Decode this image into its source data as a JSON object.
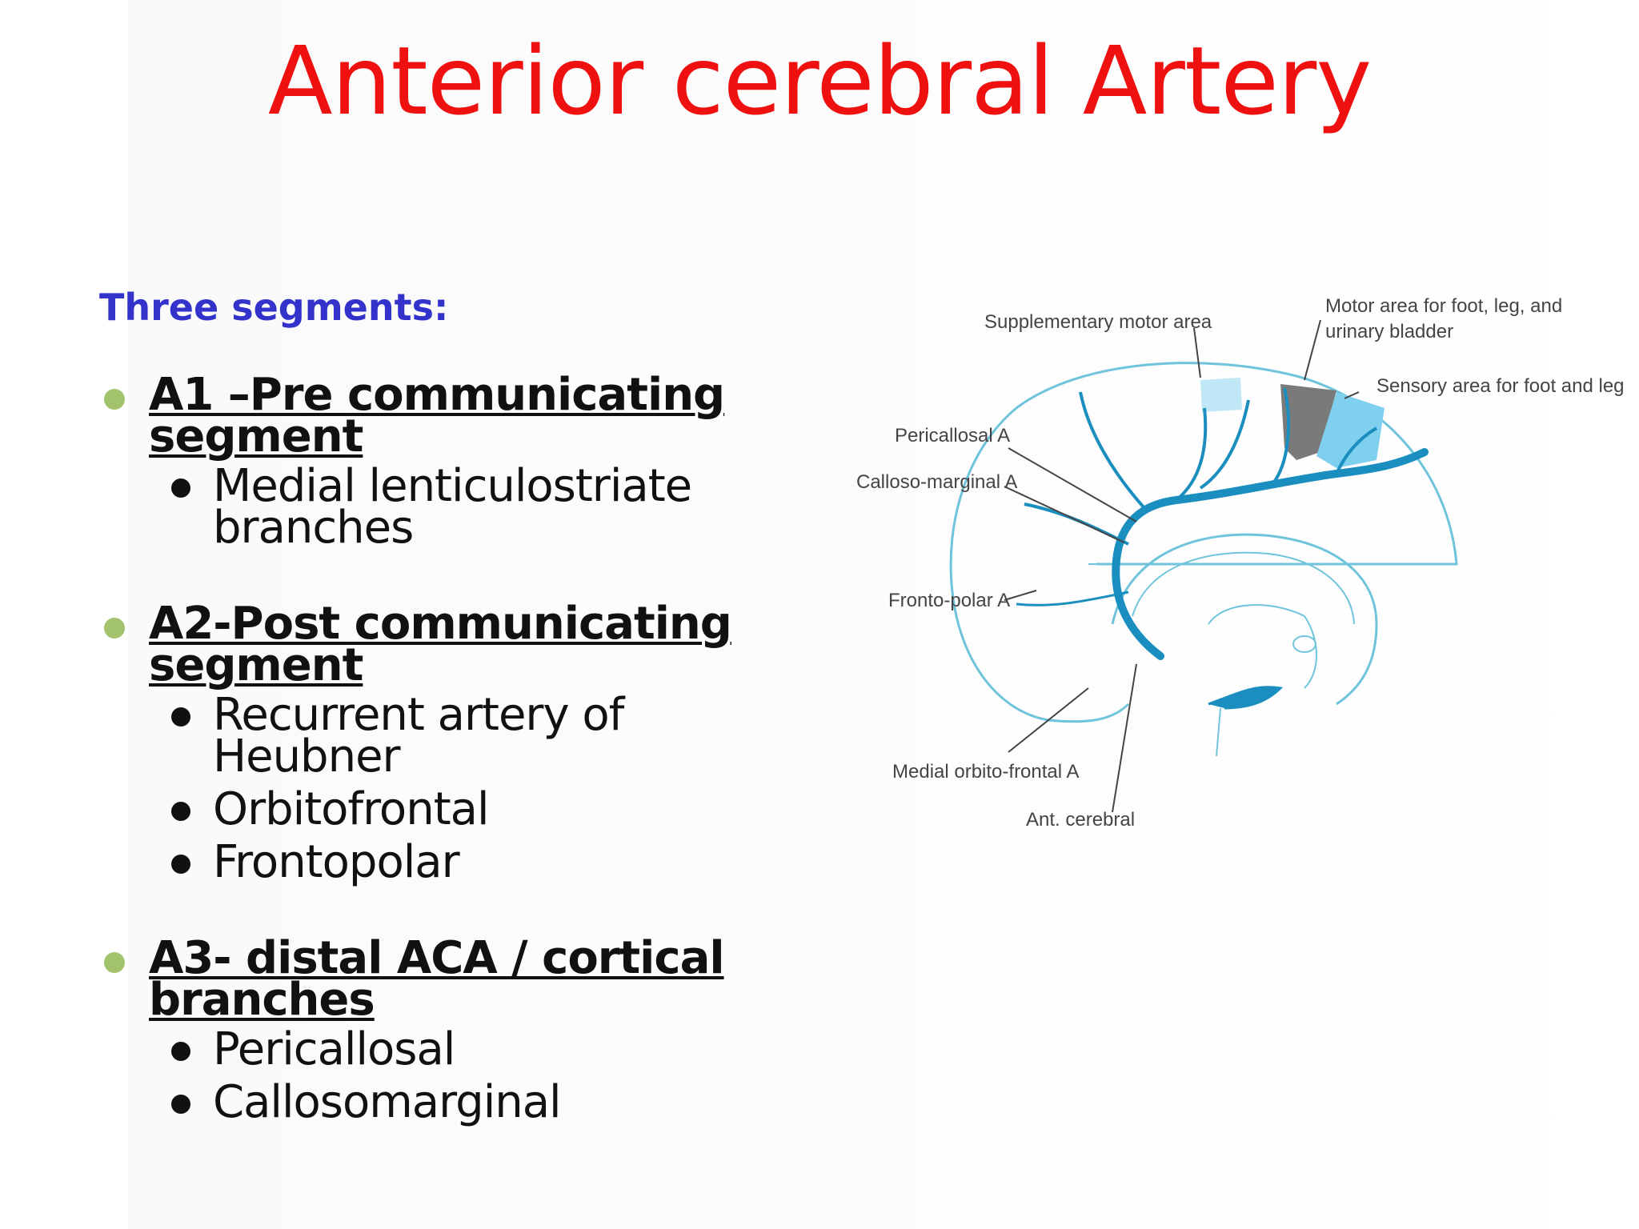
{
  "title": "Anterior cerebral Artery",
  "intro": "Three segments:",
  "segments": [
    {
      "title_line1": "A1 –Pre communicating",
      "title_line2": "segment",
      "items": [
        [
          "Medial lenticulostriate",
          "branches"
        ]
      ]
    },
    {
      "title_line1": "A2-Post communicating",
      "title_line2": "segment",
      "items": [
        [
          "Recurrent artery of",
          "Heubner"
        ],
        [
          "Orbitofrontal"
        ],
        [
          "Frontopolar"
        ]
      ]
    },
    {
      "title_line1": "A3- distal ACA / cortical",
      "title_line2": "branches",
      "items": [
        [
          "Pericallosal"
        ],
        [
          "Callosomarginal"
        ]
      ]
    }
  ],
  "diagram": {
    "labels": {
      "supplementary": "Supplementary motor area",
      "motor_line1": "Motor area for foot, leg, and",
      "motor_line2": "urinary bladder",
      "sensory": "Sensory area for foot and leg",
      "pericallosal": "Pericallosal A",
      "calloso": "Calloso-marginal A",
      "frontopolar": "Fronto-polar A",
      "orbito": "Medial orbito-frontal A",
      "ant": "Ant. cerebral"
    },
    "colors": {
      "artery": "#1a8fbf",
      "outline": "#6fc4dc",
      "motor": "#7a7a7a",
      "sensory": "#7fd0ee",
      "supp": "#bfe7f5"
    }
  }
}
